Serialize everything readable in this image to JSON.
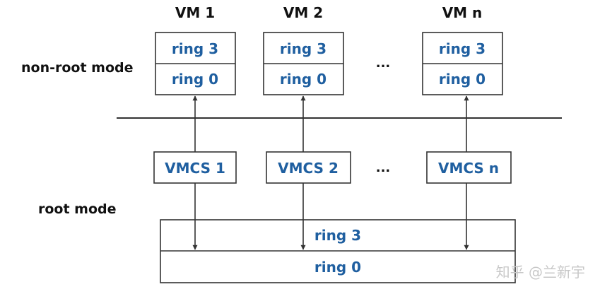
{
  "modes": {
    "non_root": "non-root mode",
    "root": "root mode"
  },
  "vms": [
    {
      "title": "VM 1",
      "upper_ring": "ring 3",
      "lower_ring": "ring 0",
      "vmcs": "VMCS 1"
    },
    {
      "title": "VM 2",
      "upper_ring": "ring 3",
      "lower_ring": "ring 0",
      "vmcs": "VMCS 2"
    },
    {
      "title": "VM n",
      "upper_ring": "ring 3",
      "lower_ring": "ring 0",
      "vmcs": "VMCS n"
    }
  ],
  "ellipsis": "...",
  "host": {
    "upper_ring": "ring 3",
    "lower_ring": "ring 0"
  },
  "watermark": "知乎 @兰新宇",
  "colors": {
    "label_blue": "#1f5fa0",
    "label_black": "#111111",
    "line": "#333333"
  }
}
